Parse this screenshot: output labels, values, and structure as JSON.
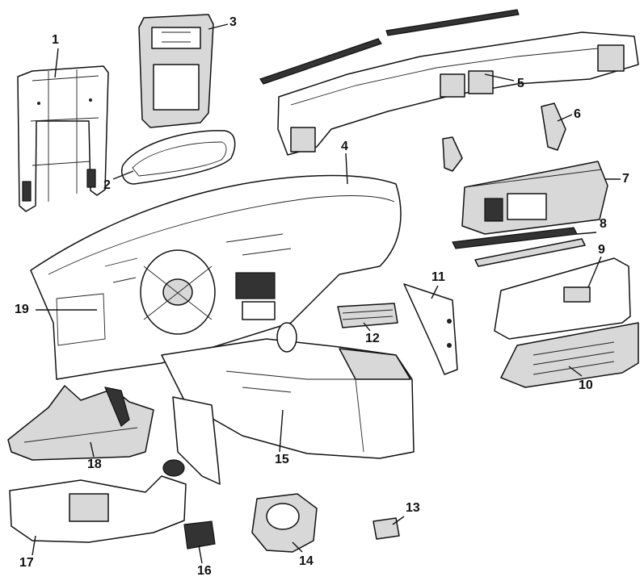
{
  "callouts": [
    "1",
    "2",
    "3",
    "4",
    "5",
    "6",
    "7",
    "8",
    "9",
    "10",
    "11",
    "12",
    "13",
    "14",
    "15",
    "16",
    "17",
    "18",
    "19"
  ],
  "colors": {
    "ink": "#111111",
    "background": "#ffffff",
    "shade": "#d8d8d8"
  }
}
